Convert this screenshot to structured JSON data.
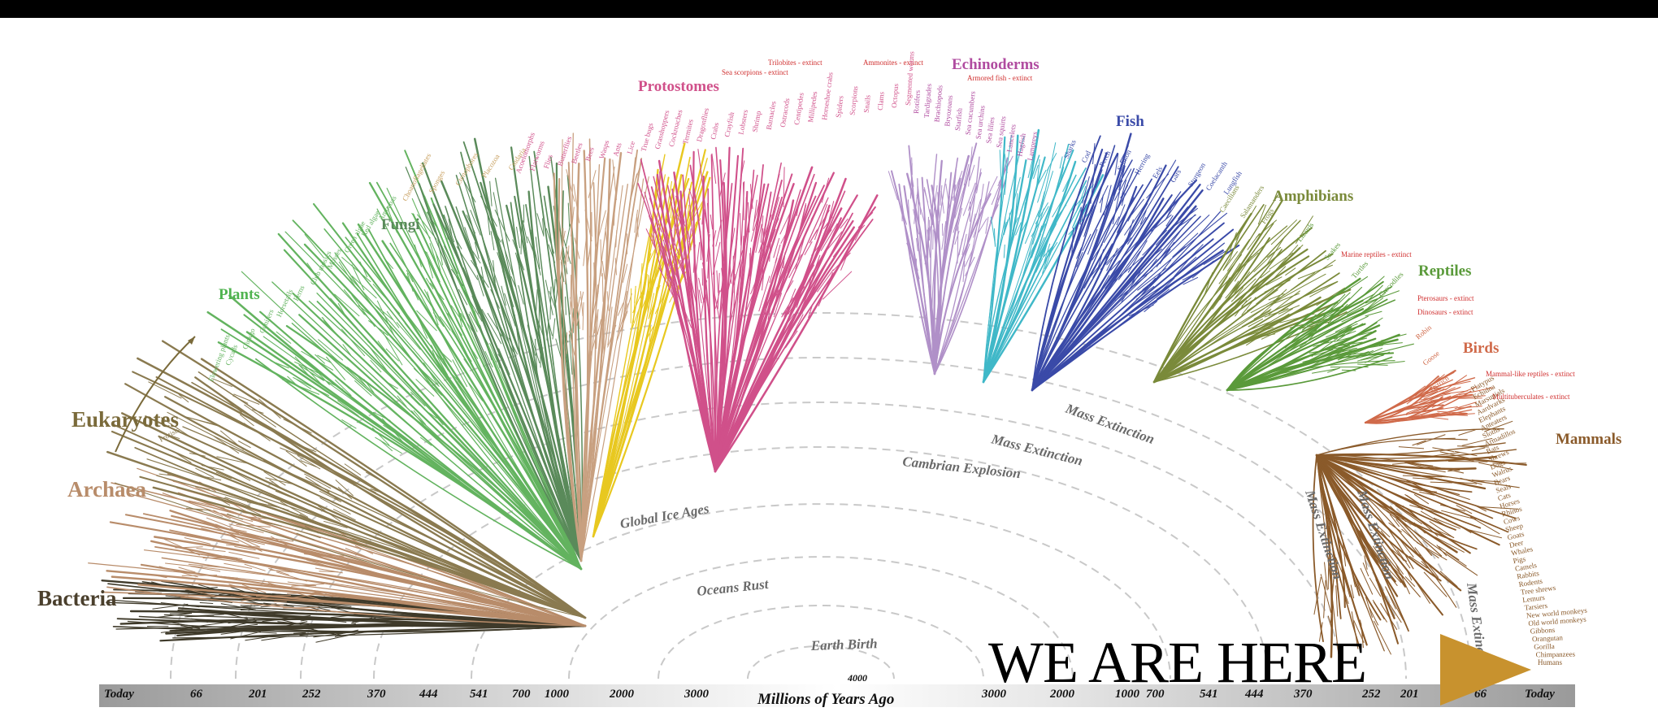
{
  "axis": {
    "title": "Millions of Years Ago",
    "center_tick": "4000",
    "left_ticks": [
      "Today",
      "66",
      "201",
      "252",
      "370",
      "444",
      "541",
      "700",
      "1000",
      "2000",
      "3000"
    ],
    "right_ticks": [
      "3000",
      "2000",
      "1000",
      "700",
      "541",
      "444",
      "370",
      "252",
      "201",
      "66",
      "Today"
    ]
  },
  "callout": {
    "text": "WE ARE HERE",
    "arrow_color": "#c8922e"
  },
  "groups": [
    {
      "name": "Bacteria",
      "color": "#4a3f2c"
    },
    {
      "name": "Archaea",
      "color": "#b88c6a"
    },
    {
      "name": "Eukaryotes",
      "color": "#7a6a3a"
    },
    {
      "name": "Plants",
      "color": "#4fb34f"
    },
    {
      "name": "Fungi",
      "color": "#5a8a5a"
    },
    {
      "name": "Protostomes",
      "color": "#d0508a"
    },
    {
      "name": "Echinoderms",
      "color": "#b04ca0"
    },
    {
      "name": "Fish",
      "color": "#3a4aa8"
    },
    {
      "name": "Amphibians",
      "color": "#7a8a3a"
    },
    {
      "name": "Reptiles",
      "color": "#5a9a3a"
    },
    {
      "name": "Birds",
      "color": "#d06a4a"
    },
    {
      "name": "Mammals",
      "color": "#8a5a2a"
    }
  ],
  "events": [
    "Earth Birth",
    "Oceans Rust",
    "Global Ice Ages",
    "Cambrian Explosion",
    "Mass Extinction",
    "Mass Extinction",
    "Mass Extinction",
    "Mass Extinction",
    "Mass Extinction"
  ],
  "extinct_notes": [
    "Trilobites - extinct",
    "Sea scorpions - extinct",
    "Ammonites - extinct",
    "Armored fish - extinct",
    "Marine reptiles - extinct",
    "Pterosaurs - extinct",
    "Dinosaurs - extinct",
    "Mammal-like reptiles - extinct",
    "Multituberculates - extinct"
  ],
  "leaves": {
    "eukaryote_misc": [
      "Protists"
    ],
    "plants": [
      "Flowering plants",
      "Cycads",
      "Ginkgo",
      "Conifers",
      "Horsetails",
      "Ferns",
      "Club mosses",
      "Mosses",
      "Green algae",
      "Red algae",
      "Amoebas"
    ],
    "sponges_etc": [
      "Choanoflagellates",
      "Sponges",
      "Ctenophores",
      "Placozoa",
      "Cnidaria"
    ],
    "protostomes": [
      "Acoelomorphs",
      "Flatworms",
      "Flies",
      "Butterflies",
      "Beetles",
      "Bees",
      "Wasps",
      "Ants",
      "Lice",
      "True bugs",
      "Grasshoppers",
      "Cockroaches",
      "Termites",
      "Dragonflies",
      "Crabs",
      "Crayfish",
      "Lobsters",
      "Shrimp",
      "Barnacles",
      "Ostracods",
      "Centipedes",
      "Millipedes",
      "Horseshoe crabs",
      "Spiders",
      "Scorpions",
      "Snails",
      "Clams",
      "Octopus",
      "Segmented worms"
    ],
    "echinoderms": [
      "Rotifers",
      "Tardigrades",
      "Brachiopods",
      "Bryozoans",
      "Starfish",
      "Sea cucumbers",
      "Sea urchins",
      "Sea lilies",
      "Sea squirts",
      "Lancelets",
      "Hagfish",
      "Lampreys"
    ],
    "fish": [
      "Sharks",
      "Cod",
      "Perch",
      "Salmon",
      "Herring",
      "Eels",
      "Gars",
      "Sturgeon",
      "Coelacanth",
      "Lungfish"
    ],
    "amphibians": [
      "Caecilians",
      "Salamanders",
      "Frogs"
    ],
    "reptiles": [
      "Lizards",
      "Snakes",
      "Turtles",
      "Crocodiles"
    ],
    "birds": [
      "Robin",
      "Goose",
      "Ostrich"
    ],
    "mammals": [
      "Platypus",
      "Echidna",
      "Marsupials",
      "Aardvarks",
      "Elephants",
      "Anteaters",
      "Sloths",
      "Armadillos",
      "Bats",
      "Shrews",
      "Dogs",
      "Walrus",
      "Bears",
      "Seals",
      "Cats",
      "Horses",
      "Rhinos",
      "Cows",
      "Sheep",
      "Goats",
      "Deer",
      "Whales",
      "Pigs",
      "Camels",
      "Rabbits",
      "Rodents",
      "Tree shrews",
      "Lemurs",
      "Tarsiers",
      "New world monkeys",
      "Old world monkeys",
      "Gibbons",
      "Orangutan",
      "Gorilla",
      "Chimpanzees",
      "Humans"
    ]
  }
}
